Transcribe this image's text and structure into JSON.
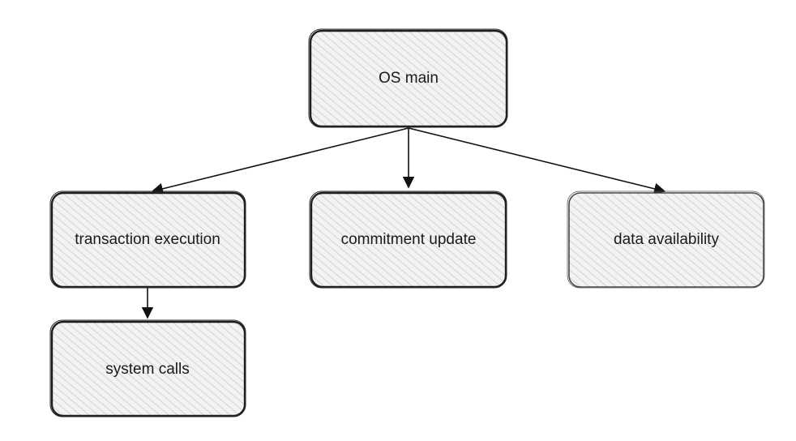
{
  "diagram": {
    "nodes": {
      "os_main": {
        "label": "OS main"
      },
      "transaction_execution": {
        "label": "transaction execution"
      },
      "commitment_update": {
        "label": "commitment update"
      },
      "data_availability": {
        "label": "data availability"
      },
      "system_calls": {
        "label": "system calls"
      }
    },
    "edges": [
      {
        "from": "OS main",
        "to": "transaction execution"
      },
      {
        "from": "OS main",
        "to": "commitment update"
      },
      {
        "from": "OS main",
        "to": "data availability"
      },
      {
        "from": "transaction execution",
        "to": "system calls"
      }
    ],
    "colors": {
      "node_fill": "#f1f1f1",
      "node_stroke": "#1f1f1f",
      "hatch": "#cfcfcf",
      "edge": "#111111"
    }
  }
}
